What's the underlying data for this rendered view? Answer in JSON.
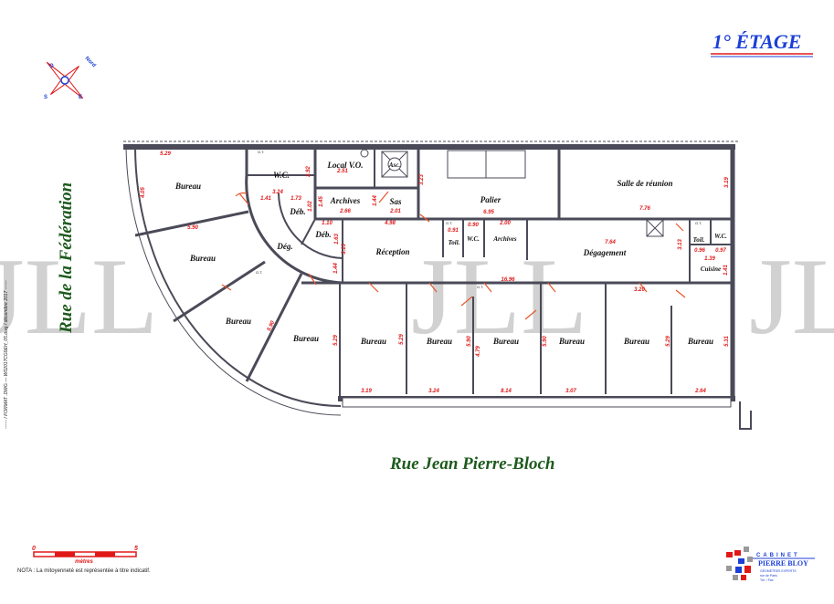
{
  "title": "1° ÉTAGE",
  "streets": {
    "left": "Rue de la Fédération",
    "bottom": "Rue Jean Pierre-Bloch"
  },
  "compass": {
    "north": "Nord",
    "west": "O",
    "south": "S",
    "east": "E"
  },
  "side_note": "------ / FORMAT .DWG — W02017CG9EH_05.dwg / décembre 2017 ------",
  "watermark": "JLL",
  "scale": {
    "start": "0",
    "end": "5",
    "unit": "mètres"
  },
  "nota": "NOTA : La mitoyenneté est représentée à titre indicatif.",
  "logo": {
    "line1": "CABINET",
    "line2": "PIERRE BLOY",
    "line3": "GÉOMÈTRES EXPERTS",
    "line4": "rue de Paris",
    "line5": "Tél. / Fax"
  },
  "rooms": [
    "Bureau",
    "Bureau",
    "Bureau",
    "Bureau",
    "W.C.",
    "Local V.O.",
    "Asc.",
    "Archives",
    "Sas",
    "Déb.",
    "Déb.",
    "Dég.",
    "Palier",
    "Salle de réunion",
    "Réception",
    "Toil.",
    "W.C.",
    "Archives",
    "Dégagement",
    "Toil.",
    "W.C.",
    "Cuisine",
    "Bureau",
    "Bureau",
    "Bureau",
    "Bureau",
    "Bureau",
    "Bureau"
  ],
  "dims": [
    "5.29",
    "4.05",
    "5.90",
    "2.92",
    "3.24",
    "1.41",
    "1.73",
    "1.02",
    "1.45",
    "2.66",
    "1.44",
    "2.01",
    "4.98",
    "1.10",
    "1.63",
    "3.13",
    "1.44",
    "3.23",
    "6.95",
    "0.91",
    "0.90",
    "2.00",
    "7.64",
    "16.96",
    "7.76",
    "3.19",
    "3.13",
    "0.96",
    "0.97",
    "1.39",
    "1.41",
    "5.90",
    "5.29",
    "5.29",
    "5.90",
    "4.79",
    "5.90",
    "5.29",
    "5.31",
    "3.20",
    "3.19",
    "3.24",
    "8.14",
    "3.07",
    "2.64",
    "2.51"
  ],
  "gt_label": "G.T.",
  "colors": {
    "title": "#1c3fd6",
    "dimension": "#e01818",
    "street": "#1d5a1d",
    "wall": "#4a4a58",
    "door": "#e8542a"
  }
}
